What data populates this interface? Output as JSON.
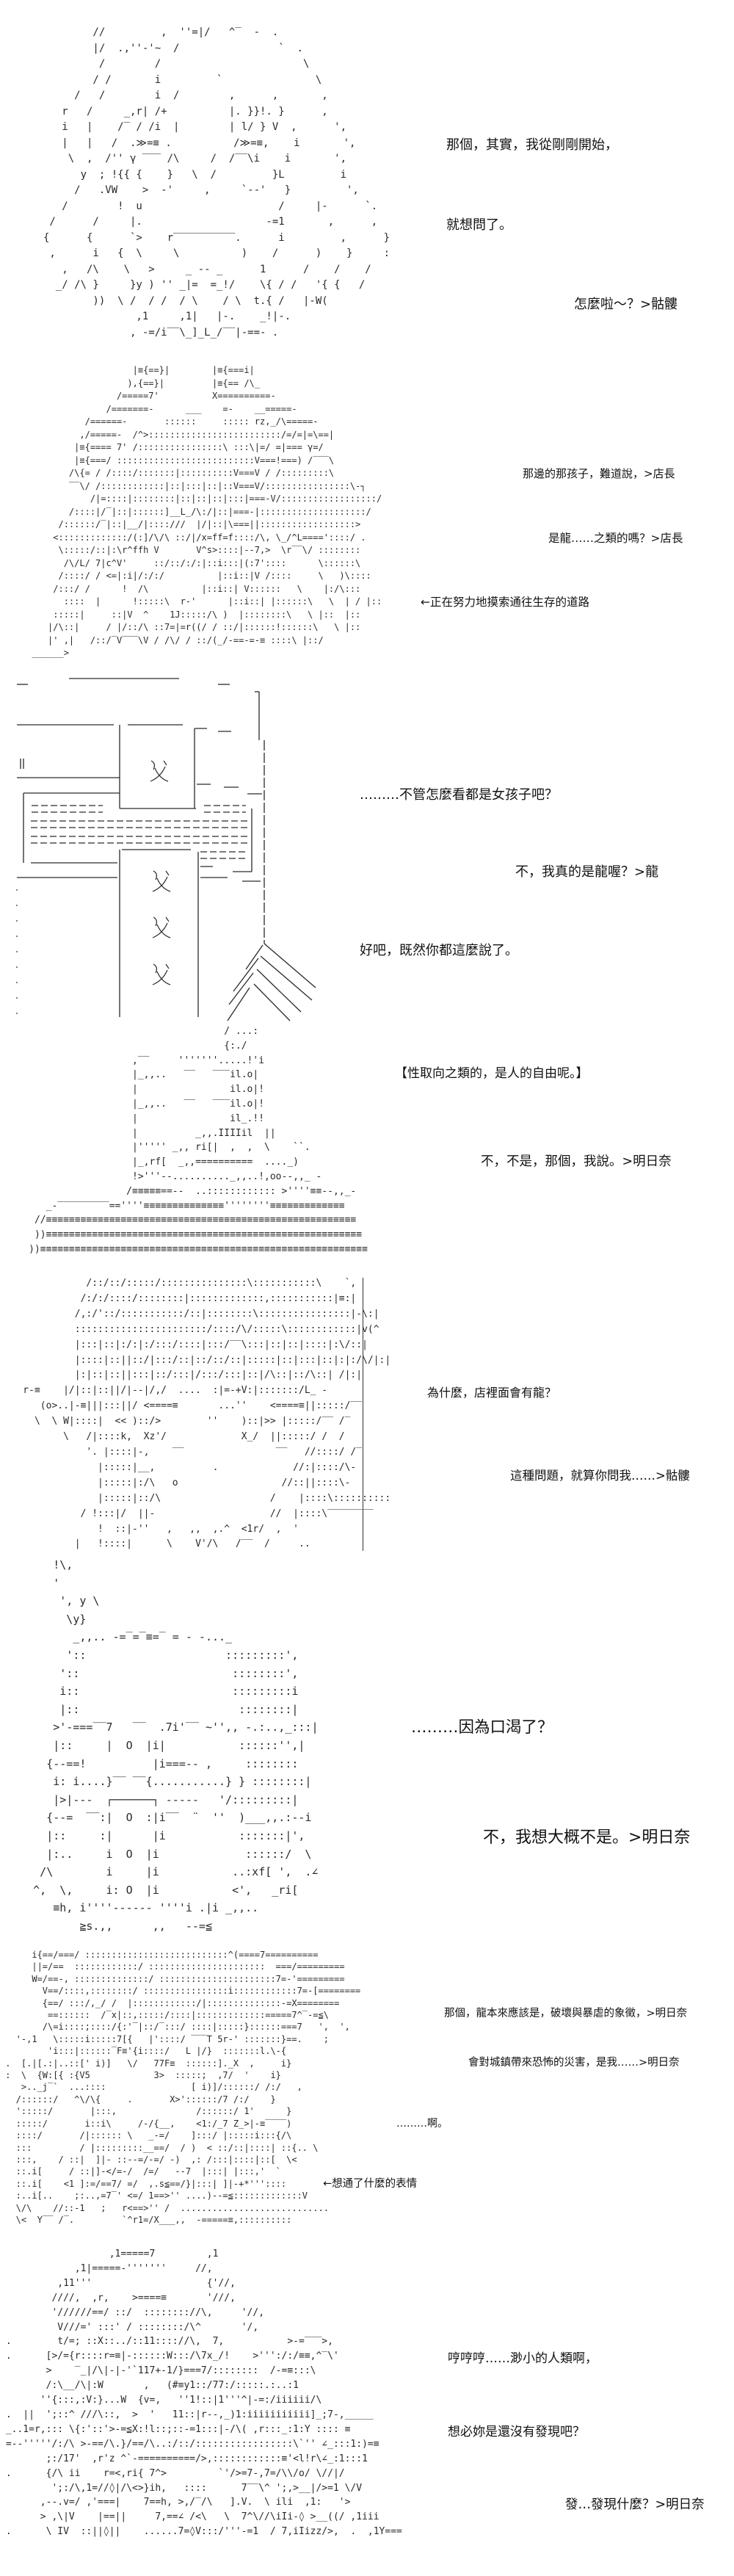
{
  "colors": {
    "background": "#ffffff",
    "ink": "#000000"
  },
  "panels": [
    {
      "dialogue": [
        "那個，其實，我從剛剛開始，",
        "就想問了。",
        "怎麼啦～？>骷髏"
      ],
      "art": [
        "               //         ,  ''=|/   ^‾  -  .",
        "               |/  .,''-'~  /                `  .",
        "                /        /                       \\",
        "               / /       i         `               \\",
        "            /   /        i  /        ,      ,       ,",
        "          r   /     _,r| /+          |. }}!. }      ,",
        "          i   |    /‾ / /i  |        | l/ } V  ,      ',",
        "          |   |   /  .≫=≡ .          /≫=≡,    i       ',",
        "           \\  ,  /'' γ ‾‾‾ /\\     /  /‾‾\\i    i       ',",
        "             y  ; !{{ {    }   \\  /         }L         i",
        "            /   .VW    >  -'     ,     `--'   }         ',",
        "          /        !  u                      /     |-      `.",
        "        /      /     |.                    -=1       ,      ,",
        "       {      {      `>    r‾‾‾‾‾‾‾‾‾‾.      i         ,      }",
        "        ,      i   {  \\     \\          )    /      )    }     :",
        "          ,   /\\    \\   >     _ -- _      1      /    /    /",
        "         _/ /\\ }     }y ) '' _|=  =_!/    \\{ / /   '{ {   /",
        "               ))  \\ /  / /  / \\    / \\  t.{ /   |-W(",
        "                      ,1     ,1|   |-.    _!|-.",
        "                     , -=/i‾‾\\_]_L_/‾‾|-==- ."
      ]
    },
    {
      "dialogue": [
        "那邊的那孩子，難道說，>店長",
        "是龍……之類的嗎？>店長",
        "←正在努力地摸索通往生存的道路"
      ],
      "art": [
        "                         |≡{==}|        |≡{===i|",
        "                        ),{==}|         |≡{== /\\_",
        "                      /=====7'          X==========-",
        "                    /=======-      ___    =-    __=====-",
        "                /======-       ::::::     ::::: rz,_/\\=====-",
        "               ,/=====-  /^>:::::::::::::::::::::::::/=/=|=\\==|",
        "              |≡{==== 7' /::::::::::::::::\\ :::\\|=/ =|=== γ=/",
        "              |≡{===/ ::::::::::::::::::::::::::V===!===) /‾‾‾\\",
        "             /\\{= / /::::/:::::::|::::::::::V===V / /:::::::::\\",
        "             ‾‾\\/ /::::::::::::|::|:::|::|::V===V/::::::::::::::::\\-┐",
        "                 /|=::::|::::::::|::|::|::|:::|===-V/::::::::::::::::::/",
        "             /::::|/‾|::|::::::]__L_/\\:/|::|===-|::::::::::::::::::::/",
        "           /::::::/‾|::|__/|::::///  |/|::|\\===||::::::::::::::::::>",
        "          <:::::::::::::/(:]/\\/\\ ::/|/x=ff=f::::/\\, \\_/^L===='::::/ .",
        "           \\:::::/::|:\\r^ffh V       V^s>::::|--7,>  \\r‾‾\\/ ::::::::",
        "            /\\/L/ 7|c^V'     ::/::/:/:|::i:::|(:7'::::      \\::::::\\",
        "           /::::/ / <=|:i|/:/:/          |::i::|V /::::     \\   )\\::::",
        "          /:::/ /      !  /\\          |::i::| V::::::   \\    |:/\\:::",
        "            ::::  |      !:::::\\  r-'      |::i::| |::::::\\   \\  | / |::",
        "          :::::|     ::|V  ^    1J:::::/\\ )  |::::::::\\   \\ |::  |::",
        "         |/\\::|     / |/::/\\ ::7=|=r((/ / ::/|::::::!::::::\\   \\ |::",
        "         |' ,|   /::/‾V‾‾‾\\V / /\\/ / ::/(_/-==-=-≡ ::::\\ |::/",
        "      ______>"
      ]
    },
    {
      "dialogue": [
        "………不管怎麼看都是女孩子吧？",
        "不，我真的是龍喔？>龍",
        "好吧，既然你都這麼說了。"
      ]
    },
    {
      "dialogue": [
        "【性取向之類的，是人的自由呢。】",
        "不，不是，那個，我說。>明日奈",
        "為什麼，店裡面會有龍？",
        "這種問題，就算你問我……>骷髏"
      ],
      "art_hat": [
        "                                       / ...:",
        "                                       {:./",
        "                       ,‾‾     '''''''.....!'i",
        "                       |_,,..   ‾‾   ‾‾‾il.o|",
        "                       |                il.o|!",
        "                       |_,,..   ‾‾   ‾‾‾il.o|!",
        "                       |                il_.!!",
        "                       |          _,,.IIIIil  ||",
        "                       |''''' _,, ri[|  ,  ,  \\    ``.",
        "                       |_,rf[  _,,==========  ...._)",
        "                       !>'''--.........._,,..!,oo--,,_ -",
        "                      /≡≡≡≡≡==--  ..:::::::::::: >''''≡≡--,,_-",
        "        _-‾‾‾‾‾‾‾‾‾==''''≡≡≡≡≡≡≡≡≡≡≡≡≡≡''''''''≡≡≡≡≡≡≡≡≡≡≡≡≡",
        "      //≡≡≡≡≡≡≡≡≡≡≡≡≡≡≡≡≡≡≡≡≡≡≡≡≡≡≡≡≡≡≡≡≡≡≡≡≡≡≡≡≡≡≡≡≡≡≡≡≡≡≡≡≡≡",
        "      ))≡≡≡≡≡≡≡≡≡≡≡≡≡≡≡≡≡≡≡≡≡≡≡≡≡≡≡≡≡≡≡≡≡≡≡≡≡≡≡≡≡≡≡≡≡≡≡≡≡≡≡≡≡≡≡",
        "     ))≡≡≡≡≡≡≡≡≡≡≡≡≡≡≡≡≡≡≡≡≡≡≡≡≡≡≡≡≡≡≡≡≡≡≡≡≡≡≡≡≡≡≡≡≡≡≡≡≡≡≡≡≡≡≡≡≡"
      ],
      "art_face": [
        "               /::/::/:::::/:::::::::::::::\\:::::::::::\\    `,",
        "              /:/:/::::/::::::::|:::::::::::::,:::::::::::|≡:|",
        "             /,:/'::/:::::::::::/::|::::::::\\::::::::::::::::|-\\:|",
        "             :::::::::::::::::::::::/::::/\\/:::::\\::::::::::::|v(^",
        "             |:::|::|:/:|:/:::/::::|:::/‾‾\\:::|::|::|::::|:\\/::|",
        "             |::::|::||::/|:::/::|::/::/::|:::::|::|:::|::|:|:/\\/|:|",
        "             |:|::|::||:::|::/:::|/:::/:::|::|/\\::|::/\\::| /|:|",
        "    r-≡    |/|::|::||/|--|/,/  ....  :|=-+V:|:::::::/L_ -",
        "       (o>..|-≡|||:::||/ <====≡       ...''    <====≡||:::::/‾‾",
        "      \\  \\ W|::::|  << )::/>        ''    )::|>> |:::::/‾‾ /‾",
        "           \\   /|::::k,  Xz'/             X_/  ||:::::/ /  /",
        "               '. |::::|-,    ‾‾                ‾‾   //::::/ /‾",
        "                 |:::::|__,          .             //:|::::/\\-",
        "                 |:::::|:/\\   o                  //::||::::\\-",
        "                 |:::::|::/\\                   /    |::::\\::::::::::",
        "              / !:::|/  ||-                    //  |::::\\‾‾‾‾‾‾‾‾",
        "                 !  ::|-''   ,   ,,  ,.^  <1r/  ,  '",
        "             |   !::::|      \\    V'/\\   /‾‾  /     .."
      ]
    },
    {
      "dialogue": [
        "………因為口渴了？",
        "不，我想大概不是。>明日奈"
      ],
      "art": [
        "        !\\,",
        "        '",
        "         ', y \\",
        "          \\y}",
        "           _,,.. -=‾=‾≡=‾ = - -..._",
        "          '::                     :::::::::',",
        "         '::                       ::::::::',",
        "         i::                       :::::::::i",
        "         |::                        ::::::::|",
        "        >'-===‾‾7   ‾‾  .7i'‾‾ ~'',, -.:..,_:::|",
        "        |::     |  O  |i|           ::::::'',|",
        "       {--==!          |i===-- ,     ::::::::",
        "        i: i....}‾‾ ‾‾{...........} } ::::::::|",
        "        |>|---  ┌──────┐ -----   '/:::::::::|",
        "       {--=  ‾‾:|  O  :|i‾‾  ¨  ''  )___,,.:--i",
        "       |::     :|      |i           :::::::|',",
        "       |:..     i  O  |i             ::::::/  \\",
        "      /\\        i     |i           ..:xf[ ',  .∠",
        "     ^,  \\,     i: O  |i           <',   _ri[",
        "        ≡h, i''''------ ''''i .|i _,,..",
        "            ≧s.,,      ,,   --=≦"
      ]
    },
    {
      "dialogue": [
        "那個，龍本來應該是，破壞與暴虐的象徵，>明日奈",
        "會對城鎮帶來恐怖的災害，是我……>明日奈",
        "………啊。",
        "←想通了什麼的表情"
      ],
      "art": [
        "      i{==/===/ :::::::::::::::::::::::::::^(====7==========",
        "      ||=/==  ::::::::::::/ ::::::::::::::::::::::  ===/=========",
        "      W=/==-, ::::::::::::::/ ::::::::::::::::::::::7=-'=========",
        "        V==/::::,::::::::/ ::::::::::::::::i::::::::::::7=-[========",
        "        {==/ :::/,_/ /  |::::::::::::/|::::::::::::::-=X========",
        "         ==::::::  /‾x|::,:::::/::::|:::::::::::::=====7^‾-=≦\\",
        "        /\\=i::::;::::/{:'‾|::/‾:::/ ::::|:::::}::::::===7   ',  ',",
        "   '-,1   \\:::::i:::::7[{   |'::::/ ‾‾‾T 5r-' :::::::}==.    ;",
        "         'i:::|::::::‾F≡'{i::::/   L |/}  :::::::l.\\-{",
        " .  [.|[.:|..::[' i)]   \\/   77F≡  ::::::]._X  ,     i}",
        " :  \\  {W:[{ :{V5            3>  :::::;  ,7/  '    i}",
        "    >.._j‾`  ...::::                [ i)]/::::::/ /:/   ,",
        "   /::::::/   ^\\/\\{     .       X>'::::::/7 /:/    }",
        "   ':::::/       |:::,               /::::::/ 1'      }",
        "   :::::/       i::i\\     /-/{__,    <1:/_7 Z_>|-≡‾‾‾‾)",
        "   ::::/       /|:::::: \\   _-=/    ]:::/ |:::::i:::{/\\",
        "   :::         / |:::::::::__==/  / )  < ::/::|::::| ::{.. \\",
        "   :::,    / ::|  ]|- ::--=/-=/ -)  ,: /:::|::::|::[  \\<",
        "   ::.i[     / ::|]-</=-/  /=/   --7  |:::| |:::,'  `",
        "   ::.i[    <1 ]:=/==7/ =/  ,.s≦==/}|:::| ]|-+*''':::: ",
        "   :..i[..    ;:..,=7‾' <=/ 1==>'' ....)--=≦:::::::::::::V",
        "   \\/\\    //::-1   ;   r<==>'' /  ............................",
        "   \\<  Y‾‾ /‾.         `^r1=/X___,,  -=====≡,::::::::::"
      ]
    },
    {
      "dialogue": [
        "哼哼哼……渺小的人類啊，",
        "想必妳是還沒有發現吧？",
        "發…發現什麼？>明日奈"
      ],
      "art": [
        "                   ,1=====7         ,1",
        "             ,1|=====-'''''''     //,",
        "          ,11'''                    {'//,",
        "         ////,  ,r,    >====≡       '///,",
        "         '//////==/ ::/  :::::::://\\,     '//,",
        "          V///=' :::' / ::::::::/\\^       '/,",
        " .        t/=; ::X::../::11:::://\\,  7,           >-=‾‾‾>,",
        " .      [>/={r::::r=≡|-::::::W:::/\\7x_/!    >''':/:/≡≡,^‾\\'",
        "        >    ‾_|/\\|-|-'`117+-1/}===7/::::::::  /-=≡:::\\",
        "        /:\\__/\\|:W       ,   (#≡y1::/77:/:::::.:..:1",
        "       ''{:::,:V:}...W  {v=,   ''1!::|1'''^|-=:/iiiiii/\\",
        " .  ||  ';::^ ///\\::,  >  '   11::|r--,_)1:iiiiiiiiiii]_;7-,_____",
        " _..1=r,::: \\{:'::'>-=≦X:!l::;::-=1:::|-/\\( ,r:::_:1:Y :::: ≡",
        " =--'''''/:/\\ >-==/\\.}/==/\\..:/::/:::::::::::::::::\\`'' ∠_:::1:)=≡",
        "        ;:/17'  ,r'z ^`-==========/>,::::::::::::≡'<l!r\\∠_:1:::1",
        " .      {/\\ ii    r=<,ri{ 7^>         `'/>=7-,7=/\\\\/o/ \\//|/",
        "         ';:/\\,1=//◊|/\\<>}ih,   ::::      7‾‾\\^ ';,>__|/>=1 \\/V",
        "       ,--.v=/ ,'===|    7==h, >,/‾/\\   ].V.  \\ ili  ,1:   '>",
        "       > ,\\|V    |==||     7,==∠ /<\\   \\  7^\\//\\iIi-◊ >__((/ ,1iii",
        " .      \\ IV  ::||◊||    ......7=◊V:::/'''-=1  / 7,iIizz/>,  .  ,1Y==="
      ]
    }
  ]
}
